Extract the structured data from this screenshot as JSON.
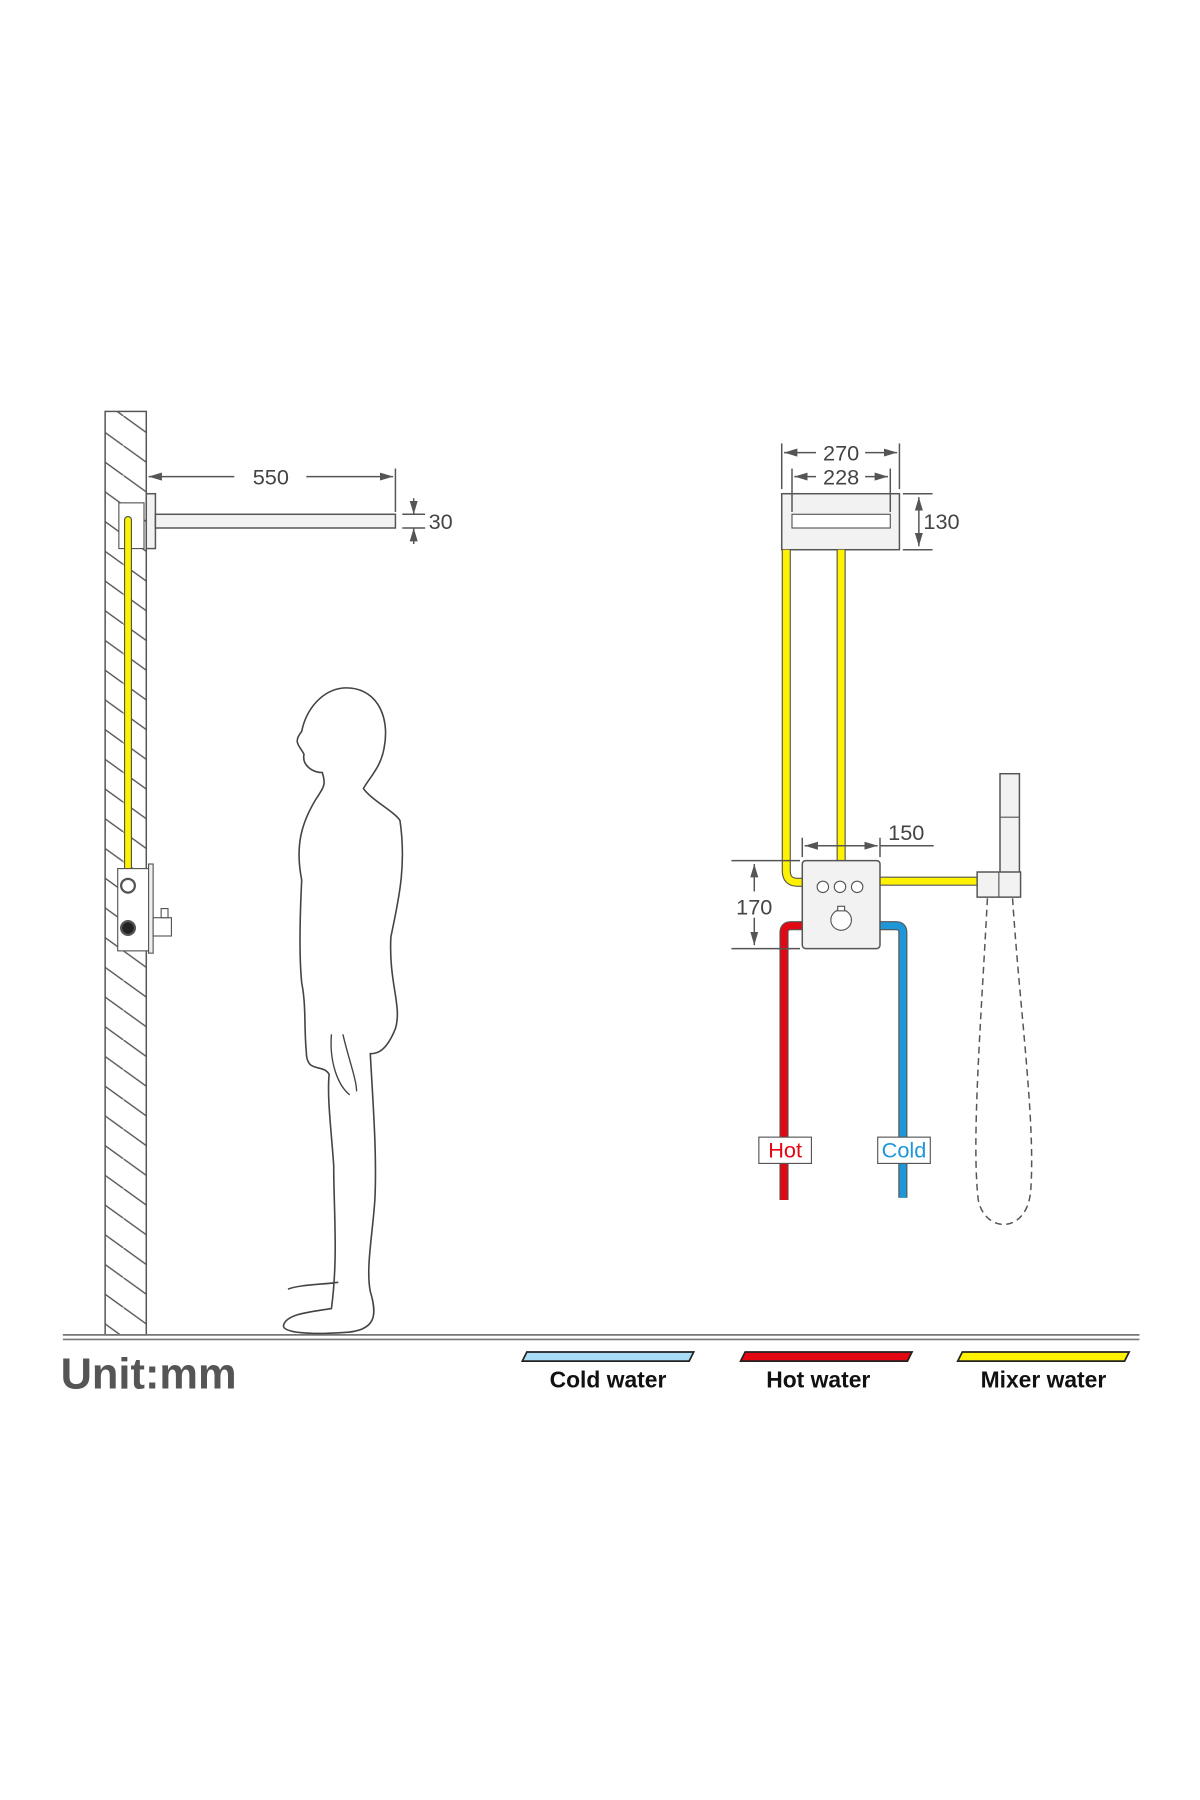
{
  "dimensions": {
    "arm_length": "550",
    "head_thickness": "30",
    "head_width_outer": "270",
    "head_width_inner": "228",
    "head_depth": "130",
    "valve_width": "150",
    "valve_height": "170"
  },
  "pipe_labels": {
    "hot": "Hot",
    "cold": "Cold"
  },
  "unit_label": "Unit:mm",
  "legend": [
    {
      "label": "Cold water",
      "color": "#a9dcf5"
    },
    {
      "label": "Hot water",
      "color": "#e30613"
    },
    {
      "label": "Mixer water",
      "color": "#fff200"
    }
  ],
  "colors": {
    "hot_pipe": "#e30613",
    "cold_pipe": "#1e96d8",
    "mixer_pipe": "#fff200"
  }
}
